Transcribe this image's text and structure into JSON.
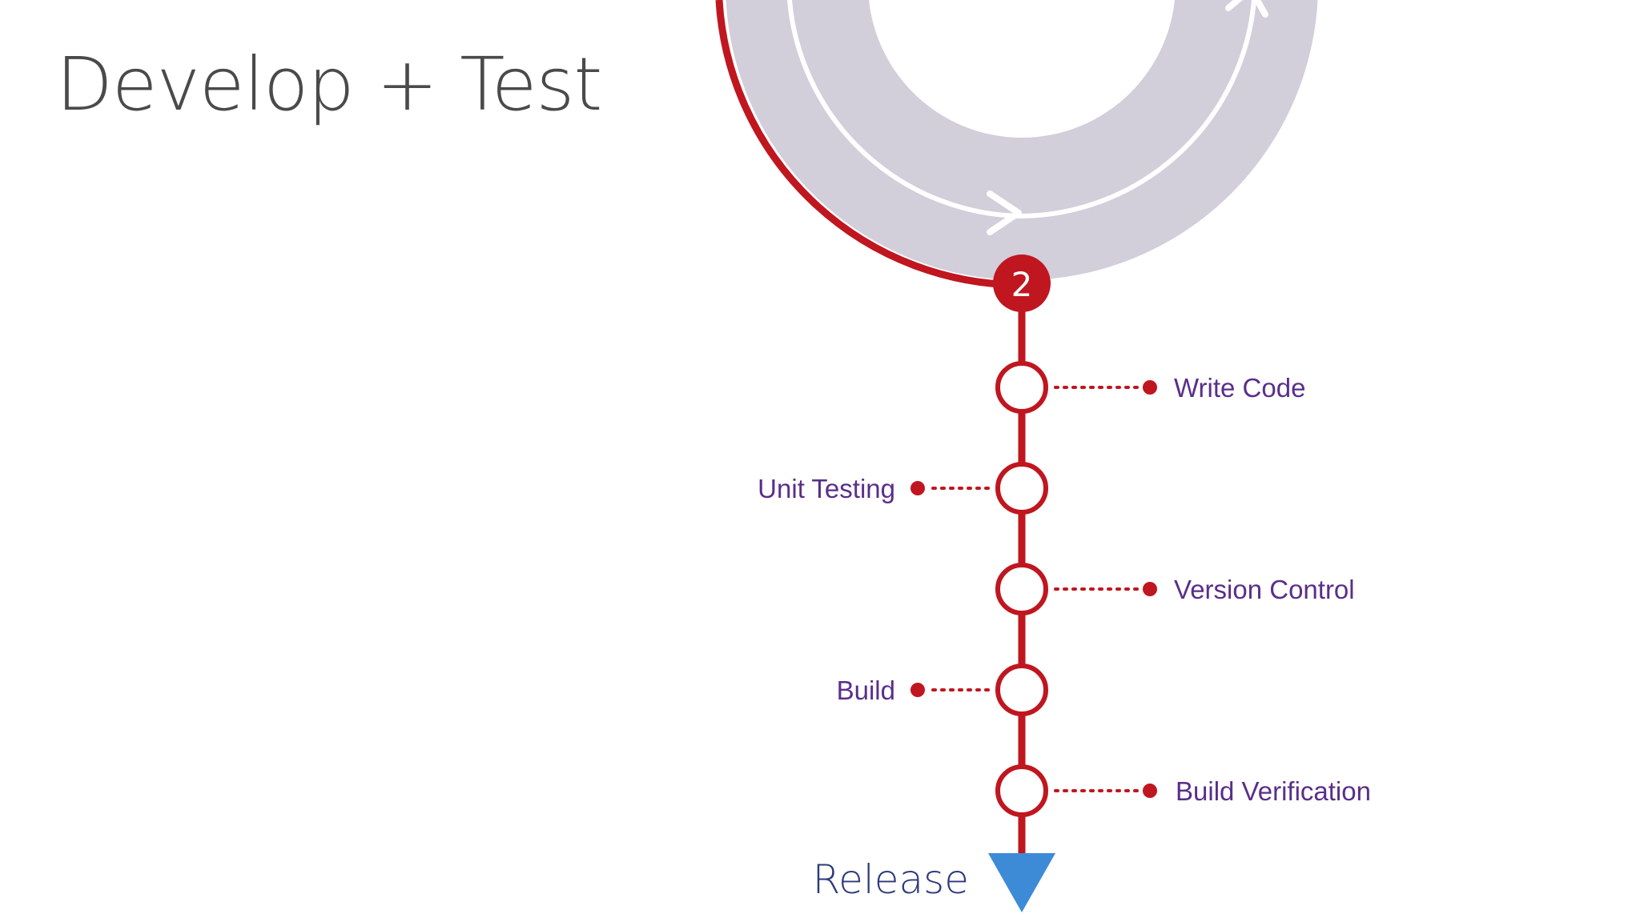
{
  "slide": {
    "title": "Develop + Test"
  },
  "diagram": {
    "stage_number": "2",
    "steps": [
      {
        "label": "Write Code",
        "side": "right"
      },
      {
        "label": "Unit Testing",
        "side": "left"
      },
      {
        "label": "Version Control",
        "side": "right"
      },
      {
        "label": "Build",
        "side": "left"
      },
      {
        "label": "Build Verification",
        "side": "right"
      }
    ],
    "end_label": "Release"
  },
  "colors": {
    "accent_red": "#c0161f",
    "ring_gray": "#d2ceda",
    "label_purple": "#5a2e8a",
    "release_blue": "#3d8bd6",
    "title_gray": "#4a4a4a"
  }
}
